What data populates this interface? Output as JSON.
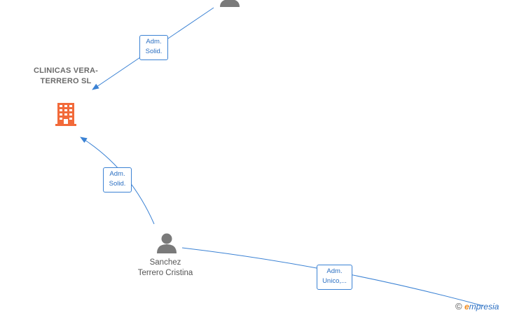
{
  "nodes": {
    "company": {
      "name": "CLINICAS VERA- TERRERO SL",
      "icon": "building-icon",
      "color": "#f26a3a"
    },
    "person_bottom": {
      "name": "Sanchez Terrero Cristina",
      "icon": "person-icon"
    },
    "person_top": {
      "icon": "person-icon"
    }
  },
  "edges": {
    "top_to_company": {
      "label_line1": "Adm.",
      "label_line2": "Solid."
    },
    "bottom_to_company": {
      "label_line1": "Adm.",
      "label_line2": "Solid."
    },
    "bottom_to_right": {
      "label_line1": "Adm.",
      "label_line2": "Unico,..."
    }
  },
  "colors": {
    "edge": "#3b82d4",
    "icon_person": "#7a7a7a"
  },
  "watermark": {
    "symbol": "©",
    "brand_first": "e",
    "brand_rest": "mpresia"
  }
}
